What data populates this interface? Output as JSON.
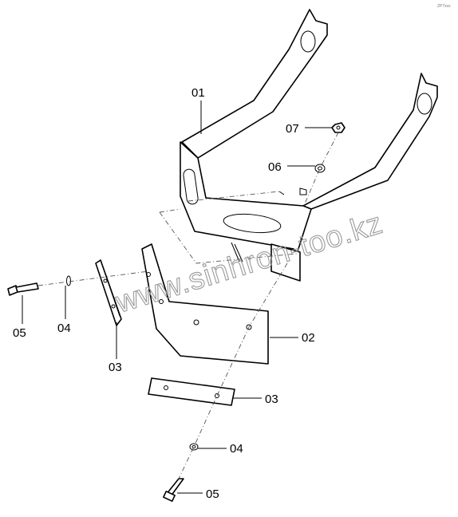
{
  "diagram": {
    "page_code": "ZP7xxx",
    "watermark": "www.sinhron-too.kz",
    "callouts": {
      "bracket": "01",
      "plate": "02",
      "shim_left": "03",
      "shim_bottom": "03",
      "washer_left": "04",
      "washer_bottom": "04",
      "bolt_left": "05",
      "bolt_bottom": "05",
      "washer_top": "06",
      "nut_top": "07"
    }
  }
}
